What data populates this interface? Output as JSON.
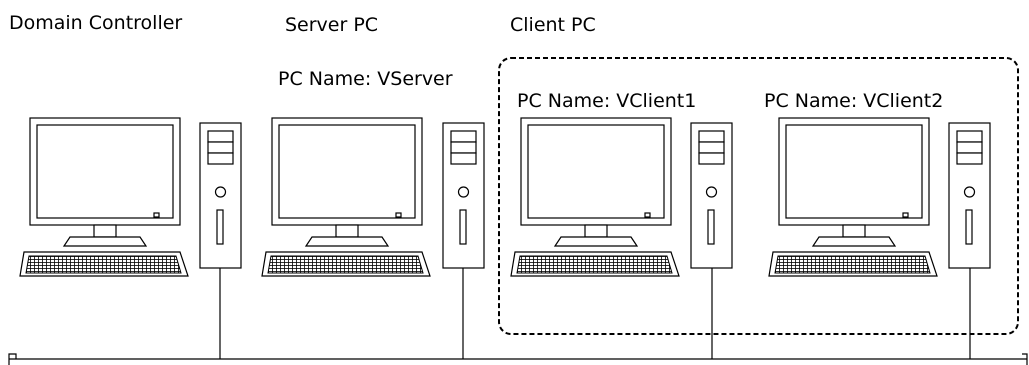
{
  "labels": {
    "domain_controller": "Domain Controller",
    "server_pc": "Server PC",
    "client_pc": "Client PC",
    "server_name": "PC Name: VServer",
    "client1_name": "PC Name: VClient1",
    "client2_name": "PC Name: VClient2"
  },
  "colors": {
    "stroke": "#000000",
    "background": "#ffffff"
  }
}
